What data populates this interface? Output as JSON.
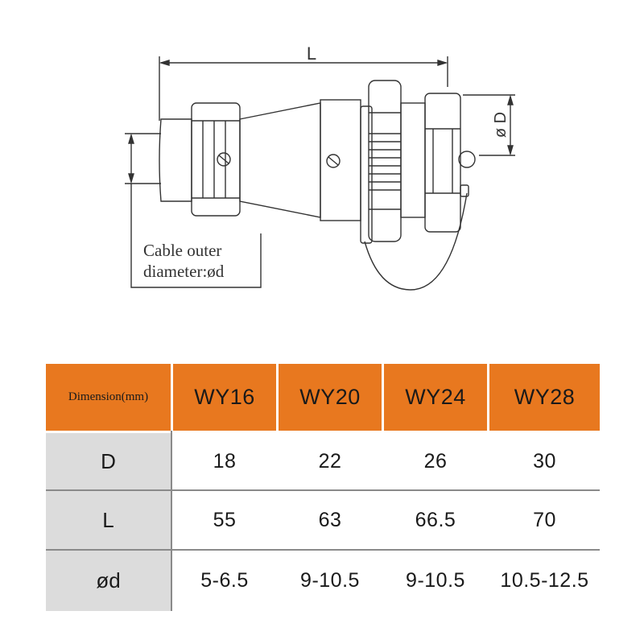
{
  "drawing": {
    "length_label": "L",
    "diameter_label": "ø D",
    "cable_label_line1": "Cable outer",
    "cable_label_line2": "diameter:ød"
  },
  "table": {
    "header_first": "Dimension(mm)",
    "models": [
      "WY16",
      "WY20",
      "WY24",
      "WY28"
    ],
    "rows": [
      {
        "label": "D",
        "values": [
          "18",
          "22",
          "26",
          "30"
        ]
      },
      {
        "label": "L",
        "values": [
          "55",
          "63",
          "66.5",
          "70"
        ]
      },
      {
        "label": "ød",
        "values": [
          "5-6.5",
          "9-10.5",
          "9-10.5",
          "10.5-12.5"
        ]
      }
    ]
  },
  "colors": {
    "header": "#e8781f",
    "side": "#dcdcdc",
    "lines": "#333333"
  }
}
